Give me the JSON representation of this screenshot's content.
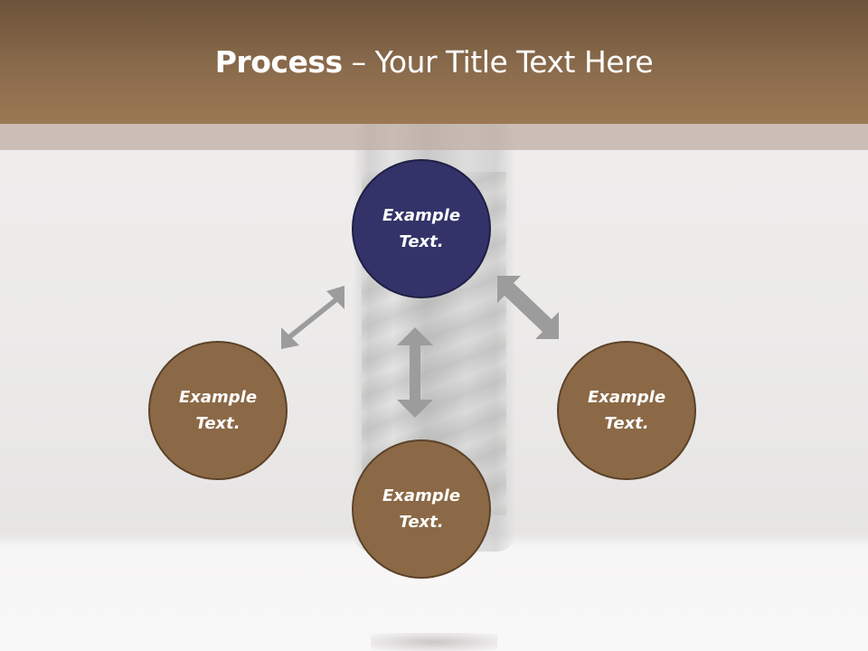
{
  "slide": {
    "title_bold": "Process",
    "title_rest": " – Your Title Text Here",
    "colors": {
      "header": "#8a6b4c",
      "node_primary": "#33336a",
      "node_secondary": "#8b6946",
      "arrow": "#9c9c9c"
    }
  },
  "nodes": [
    {
      "id": "top",
      "line1": "Example",
      "line2": "Text."
    },
    {
      "id": "left",
      "line1": "Example",
      "line2": "Text."
    },
    {
      "id": "right",
      "line1": "Example",
      "line2": "Text."
    },
    {
      "id": "bottom",
      "line1": "Example",
      "line2": "Text."
    }
  ],
  "arrows": [
    {
      "name": "double-arrow-top-left",
      "direction": "diagonal"
    },
    {
      "name": "double-arrow-top-right",
      "direction": "diagonal"
    },
    {
      "name": "double-arrow-vertical",
      "direction": "vertical"
    }
  ]
}
